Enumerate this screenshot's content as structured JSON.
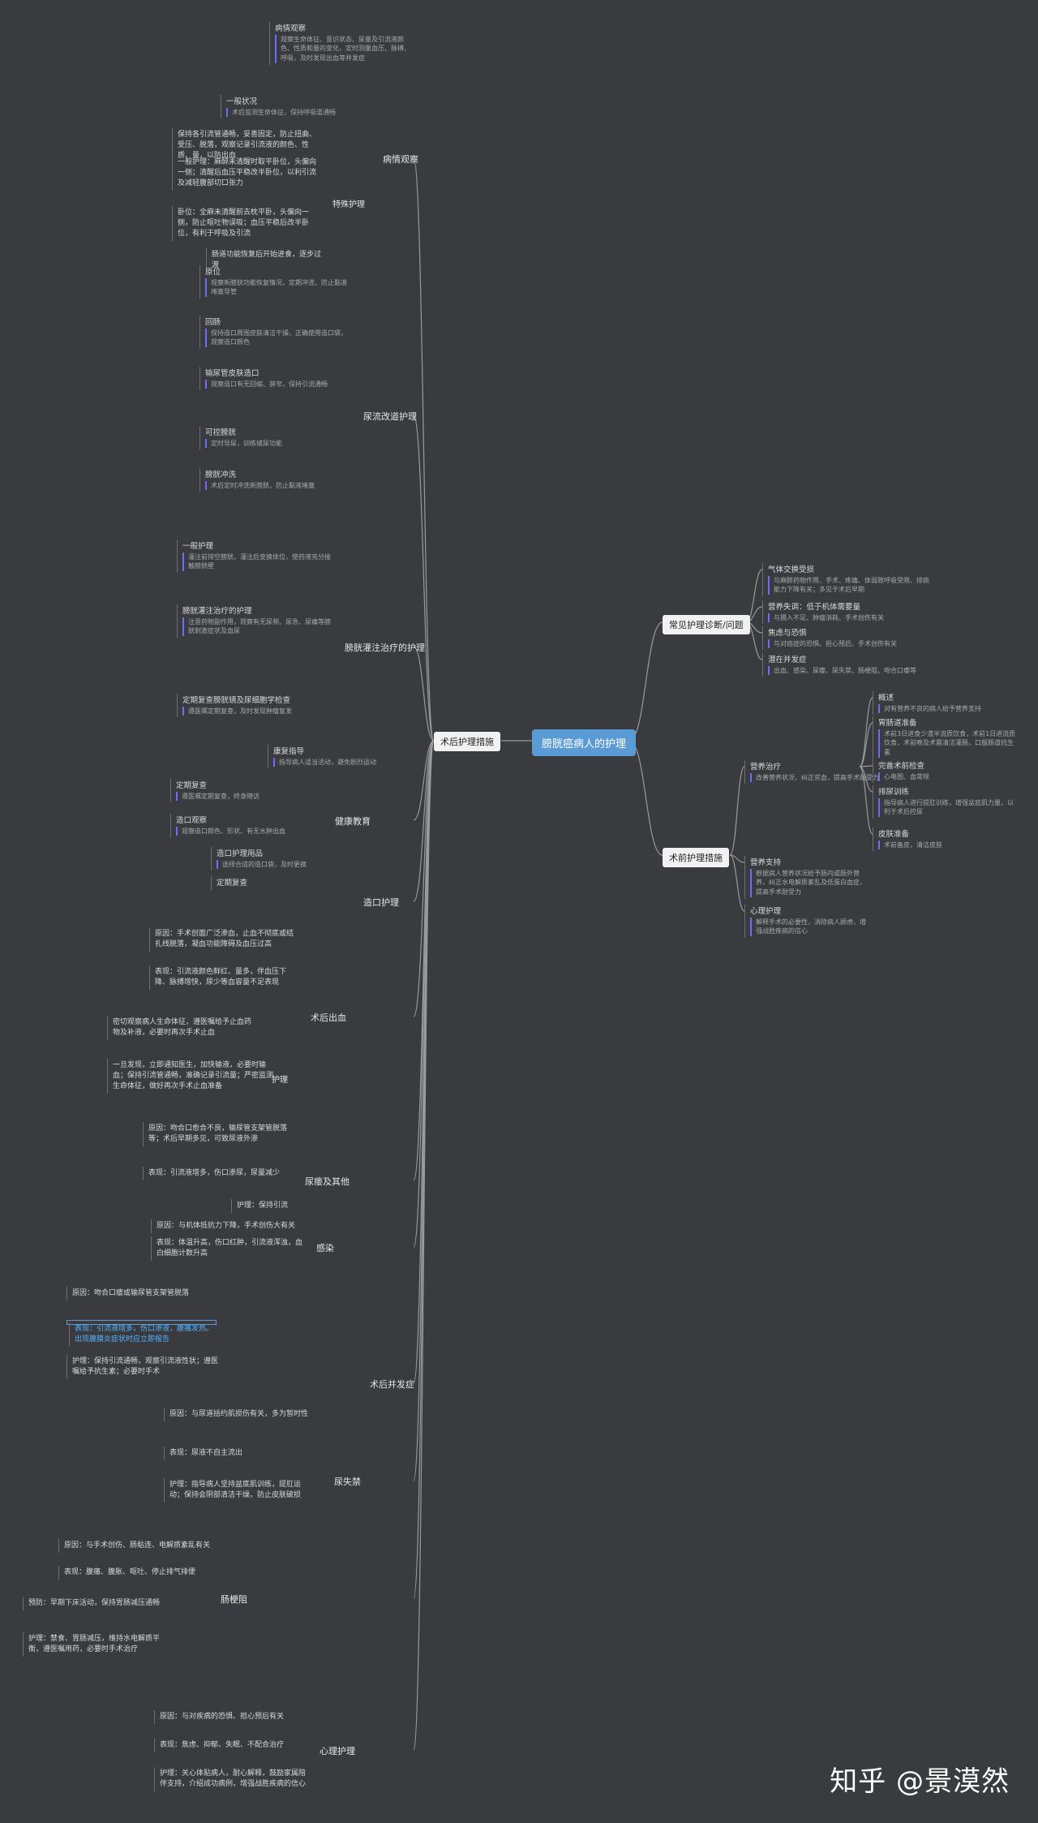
{
  "root": "膀胱癌病人的护理",
  "right_branches": [
    {
      "label": "常见护理诊断/问题",
      "items": [
        {
          "title": "气体交换受损",
          "note": "与麻醉药物作用、手术、疼痛、体弱致呼吸受限、排痰能力下降有关；多见于术后早期"
        },
        {
          "title": "营养失调：低于机体需要量",
          "note": "与摄入不足、肿瘤消耗、手术创伤有关"
        },
        {
          "title": "焦虑与恐惧",
          "note": "与对癌症的恐惧、担心预后、手术创伤有关"
        },
        {
          "title": "潜在并发症",
          "note": "出血、感染、尿瘘、尿失禁、肠梗阻、吻合口瘘等"
        }
      ]
    },
    {
      "label": "术前护理措施",
      "sub": [
        {
          "title": "营养治疗",
          "note": "改善营养状况，纠正贫血，提高手术耐受力",
          "items": [
            {
              "title": "概述",
              "note": "对有营养不良的病人给予营养支持"
            },
            {
              "title": "胃肠道准备",
              "note": "术前3日进食少渣半流质饮食，术前1日进流质饮食，术前晚及术晨清洁灌肠，口服肠道抗生素"
            },
            {
              "title": "完善术前检查",
              "note": "心电图、血常规"
            },
            {
              "title": "排尿训练",
              "note": "指导病人进行提肛训练，增强盆底肌力量，以利于术后控尿"
            },
            {
              "title": "皮肤准备",
              "note": "术前备皮，清洁皮肤"
            }
          ]
        },
        {
          "title": "营养支持",
          "note": "根据病人营养状况给予肠内或肠外营养，纠正水电解质紊乱及低蛋白血症，提高手术耐受力"
        },
        {
          "title": "心理护理",
          "note": "解释手术的必要性，消除病人顾虑，增强战胜疾病的信心"
        }
      ]
    }
  ],
  "left_label": "术后护理措施",
  "left_branches": [
    {
      "label": "病情观察",
      "items": [
        {
          "title": "病情观察",
          "note": "观察生命体征、意识状态、尿量及引流液颜色、性质和量的变化，定时测量血压、脉搏、呼吸，及时发现出血等并发症"
        },
        {
          "title": "一般状况",
          "note": "术后监测生命体征，保持呼吸道通畅"
        },
        {
          "title": "保持各引流管通畅，妥善固定，防止扭曲、受压、脱落，观察记录引流液的颜色、性质、量，以防出血",
          "note": ""
        },
        {
          "title": "一般护理：麻醉未清醒时取平卧位，头偏向一侧；清醒后血压平稳改半卧位，以利引流及减轻腹部切口张力",
          "note": ""
        },
        {
          "title": "卧位：全麻未清醒前去枕平卧，头偏向一侧，防止呕吐物误吸；血压平稳后改半卧位，有利于呼吸及引流",
          "note": ""
        },
        {
          "title": "肠道功能恢复后开始进食，逐步过渡",
          "note": ""
        }
      ],
      "group_label": "特殊护理"
    },
    {
      "label": "尿流改道护理",
      "items": [
        {
          "title": "原位",
          "note": "观察新膀胱功能恢复情况，定期冲洗，防止黏液堵塞导管"
        },
        {
          "title": "回肠",
          "note": "保持造口周围皮肤清洁干燥，正确使用造口袋，观察造口颜色"
        },
        {
          "title": "输尿管皮肤造口",
          "note": "观察造口有无回缩、狭窄，保持引流通畅"
        },
        {
          "title": "可控膀胱",
          "note": "定时导尿，训练储尿功能"
        },
        {
          "title": "膀胱冲洗",
          "note": "术后定时冲洗新膀胱，防止黏液堵塞"
        }
      ]
    },
    {
      "label": "膀胱灌注治疗的护理",
      "items": [
        {
          "title": "一般护理",
          "note": "灌注前排空膀胱，灌注后变换体位，使药液充分接触膀胱壁"
        },
        {
          "title": "膀胱灌注治疗的护理",
          "note": "注意药物副作用，观察有无尿频、尿急、尿痛等膀胱刺激症状及血尿"
        },
        {
          "title": "定期复查膀胱镜及尿细胞学检查",
          "note": "遵医嘱定期复查，及时发现肿瘤复发"
        }
      ]
    },
    {
      "label": "健康教育",
      "items": [
        {
          "title": "康复指导",
          "note": "指导病人适当活动，避免剧烈运动"
        },
        {
          "title": "定期复查",
          "note": "遵医嘱定期复查，终身随访"
        }
      ]
    },
    {
      "label": "造口护理",
      "items": [
        {
          "title": "造口观察",
          "note": "观察造口颜色、形状、有无水肿出血"
        },
        {
          "title": "造口护理用品",
          "note": "选择合适的造口袋，及时更换"
        }
      ]
    },
    {
      "label": "术后出血",
      "items": [
        {
          "title": "原因：手术创面广泛渗血，止血不彻底或结扎线脱落，凝血功能障碍及血压过高",
          "note": ""
        },
        {
          "title": "表现：引流液颜色鲜红、量多，伴血压下降、脉搏增快，尿少等血容量不足表现",
          "note": ""
        },
        {
          "title": "密切观察病人生命体征，遵医嘱给予止血药物及补液，必要时再次手术止血",
          "note": ""
        },
        {
          "title": "一旦发现，立即通知医生，加快输液，必要时输血；保持引流管通畅，准确记录引流量；严密监测生命体征，做好再次手术止血准备",
          "note": ""
        }
      ],
      "group_label": "护理"
    },
    {
      "label": "尿瘘及其他",
      "items": [
        {
          "title": "原因：吻合口愈合不良，输尿管支架管脱落等；术后早期多见，可致尿液外渗",
          "note": ""
        },
        {
          "title": "表现：引流液增多，伤口渗尿，尿量减少",
          "note": ""
        },
        {
          "title": "护理：保持引流",
          "note": ""
        }
      ]
    },
    {
      "label": "感染",
      "items": [
        {
          "title": "原因：与机体抵抗力下降，手术创伤大有关",
          "note": ""
        },
        {
          "title": "表现：体温升高，伤口红肿，引流液浑浊，血白细胞计数升高",
          "note": ""
        }
      ]
    },
    {
      "label": "术后并发症",
      "items": [
        {
          "title": "原因：吻合口瘘或输尿管支架管脱落",
          "note": ""
        },
        {
          "title": "表现：引流液增多，伤口渗液，腹痛发热。出现腹膜炎症状时应立即报告",
          "note": ""
        },
        {
          "title": "护理：保持引流通畅，观察引流液性状；遵医嘱给予抗生素；必要时手术",
          "note": ""
        }
      ]
    },
    {
      "label": "尿失禁",
      "items": [
        {
          "title": "原因：与尿道括约肌损伤有关，多为暂时性",
          "note": ""
        },
        {
          "title": "表现：尿液不自主流出",
          "note": ""
        },
        {
          "title": "护理：指导病人坚持盆底肌训练，提肛运动；保持会阴部清洁干燥，防止皮肤破损",
          "note": ""
        }
      ]
    },
    {
      "label": "肠梗阻",
      "items": [
        {
          "title": "原因：与手术创伤、肠粘连、电解质紊乱有关",
          "note": ""
        },
        {
          "title": "表现：腹痛、腹胀、呕吐、停止排气排便",
          "note": ""
        },
        {
          "title": "预防：早期下床活动，保持胃肠减压通畅",
          "note": ""
        },
        {
          "title": "护理：禁食、胃肠减压，维持水电解质平衡，遵医嘱用药，必要时手术治疗",
          "note": ""
        }
      ]
    },
    {
      "label": "心理护理",
      "items": [
        {
          "title": "原因：与对疾病的恐惧、担心预后有关",
          "note": ""
        },
        {
          "title": "表现：焦虑、抑郁、失眠、不配合治疗",
          "note": ""
        },
        {
          "title": "护理：关心体贴病人，耐心解释，鼓励家属陪伴支持，介绍成功病例，增强战胜疾病的信心",
          "note": ""
        }
      ]
    }
  ],
  "watermark": "知乎 @景漠然",
  "colors": {
    "background": "#3a3b3f",
    "root": "#5b9bd5",
    "line": "#9a9a9e",
    "link": "#55b2ff"
  }
}
